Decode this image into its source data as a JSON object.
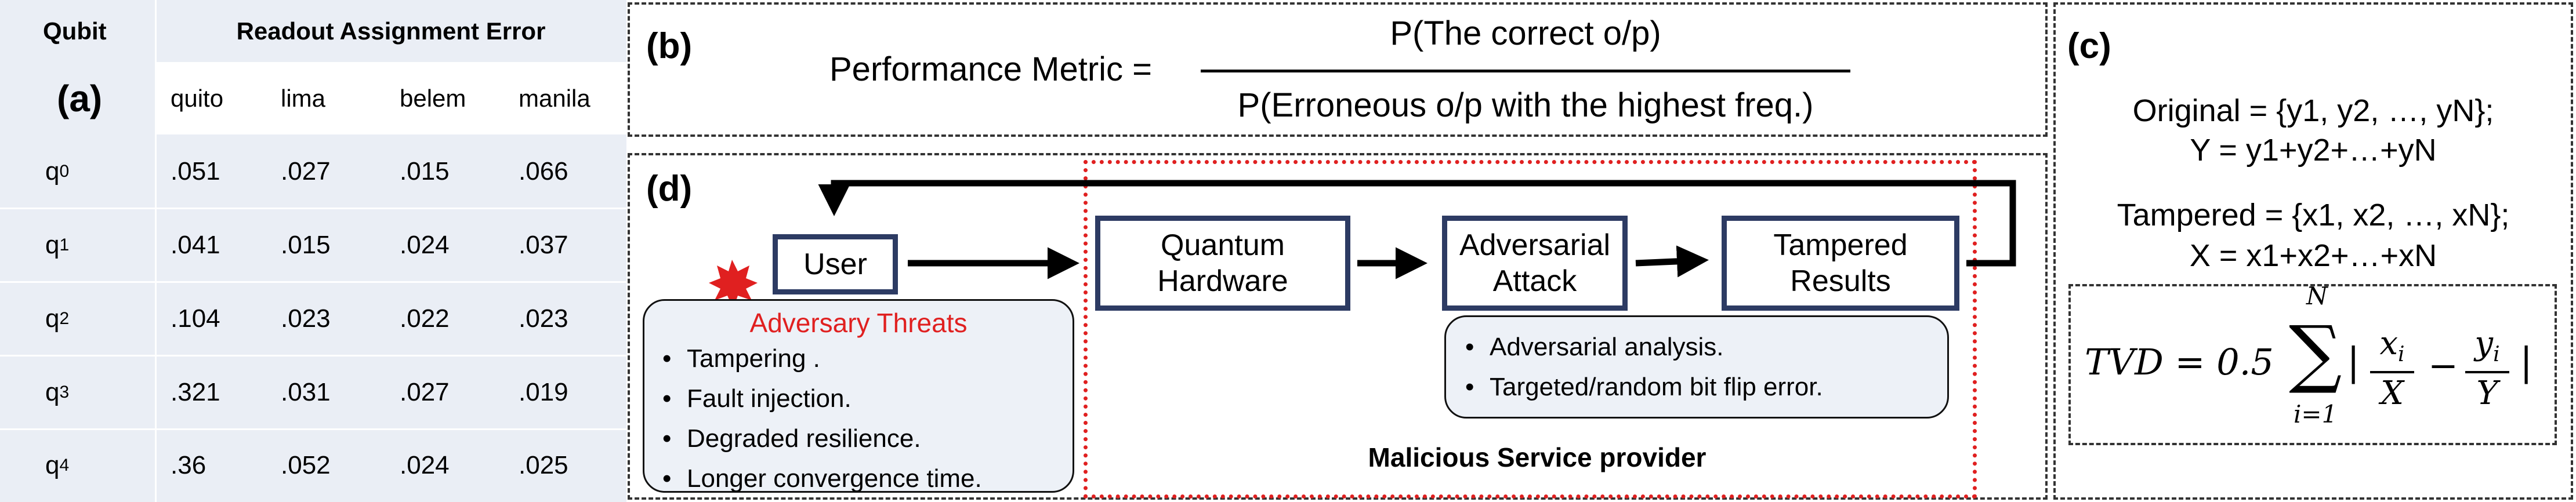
{
  "panel_a": {
    "label": "(a)",
    "header_qubit": "Qubit",
    "header_error": "Readout Assignment Error",
    "columns": [
      "quito",
      "lima",
      "belem",
      "manila"
    ],
    "rows": [
      {
        "q": "q",
        "sub": "0",
        "values": [
          ".051",
          ".027",
          ".015",
          ".066"
        ]
      },
      {
        "q": "q",
        "sub": "1",
        "values": [
          ".041",
          ".015",
          ".024",
          ".037"
        ]
      },
      {
        "q": "q",
        "sub": "2",
        "values": [
          ".104",
          ".023",
          ".022",
          ".023"
        ]
      },
      {
        "q": "q",
        "sub": "3",
        "values": [
          ".321",
          ".031",
          ".027",
          ".019"
        ]
      },
      {
        "q": "q",
        "sub": "4",
        "values": [
          ".36",
          ".052",
          ".024",
          ".025"
        ]
      }
    ]
  },
  "panel_b": {
    "label": "(b)",
    "metric_label": "Performance Metric =",
    "numerator": "P(The correct o/p)",
    "denominator": "P(Erroneous o/p with the highest freq.)"
  },
  "panel_d": {
    "label": "(d)",
    "user": "User",
    "quantum_hardware": [
      "Quantum",
      "Hardware"
    ],
    "adversarial_attack": [
      "Adversarial",
      "Attack"
    ],
    "tampered_results": [
      "Tampered",
      "Results"
    ],
    "threats_title": "Adversary Threats",
    "threats": [
      "Tampering .",
      "Fault injection.",
      "Degraded resilience.",
      "Longer convergence time."
    ],
    "attack_notes": [
      "Adversarial analysis.",
      "Targeted/random bit flip error."
    ],
    "provider_label": "Malicious Service provider",
    "colors": {
      "box_border": "#2d3b63",
      "provider_border": "#e02020",
      "threat_title": "#e02020",
      "burst": "#e02020"
    }
  },
  "panel_c": {
    "label": "(c)",
    "original_line1": "Original = {y1, y2, …, yN};",
    "original_line2": "Y = y1+y2+…+yN",
    "tampered_line1": "Tampered = {x1, x2, …, xN};",
    "tampered_line2": "X = x1+x2+…+xN",
    "tvd_lhs": "TVD = 0.5",
    "sum_upper": "N",
    "sum_lower": "i=1",
    "x_num": "x",
    "x_sub": "i",
    "x_den": "X",
    "y_num": "y",
    "y_sub": "i",
    "y_den": "Y"
  }
}
